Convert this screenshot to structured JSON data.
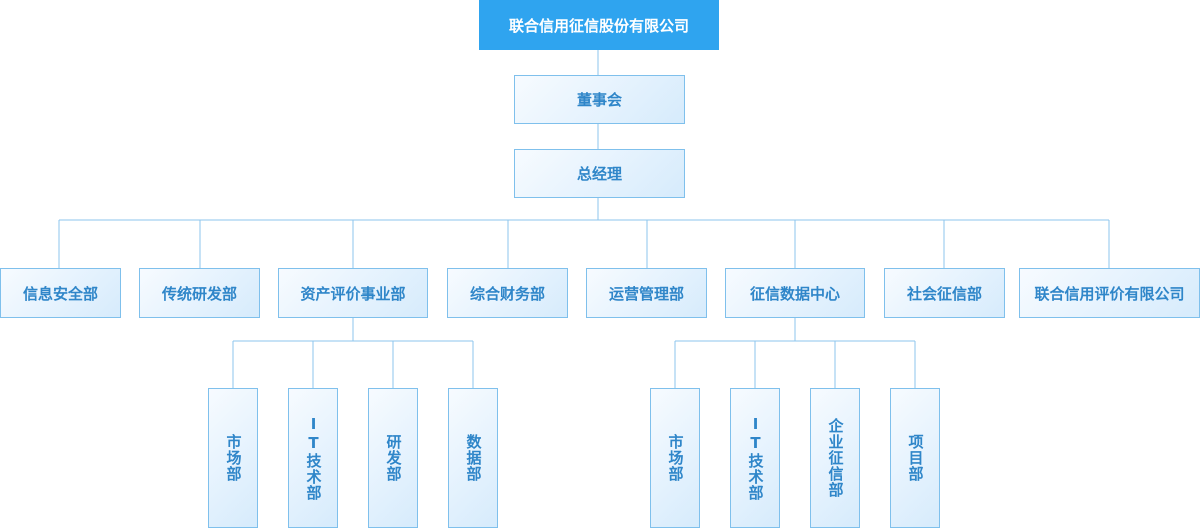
{
  "root": "联合信用征信股份有限公司",
  "board": "董事会",
  "gm": "总经理",
  "departments": [
    "信息安全部",
    "传统研发部",
    "资产评价事业部",
    "综合财务部",
    "运营管理部",
    "征信数据中心",
    "社会征信部",
    "联合信用评价有限公司"
  ],
  "asset_eval_subdepts": [
    "市场部",
    "IT技术部",
    "研发部",
    "数据部"
  ],
  "data_center_subdepts": [
    "市场部",
    "IT技术部",
    "企业征信部",
    "项目部"
  ],
  "colors": {
    "root_fill": "#2fa4ef",
    "node_border": "#7fc0ec",
    "text": "#2f86c9",
    "connector": "#8cc6ee"
  }
}
